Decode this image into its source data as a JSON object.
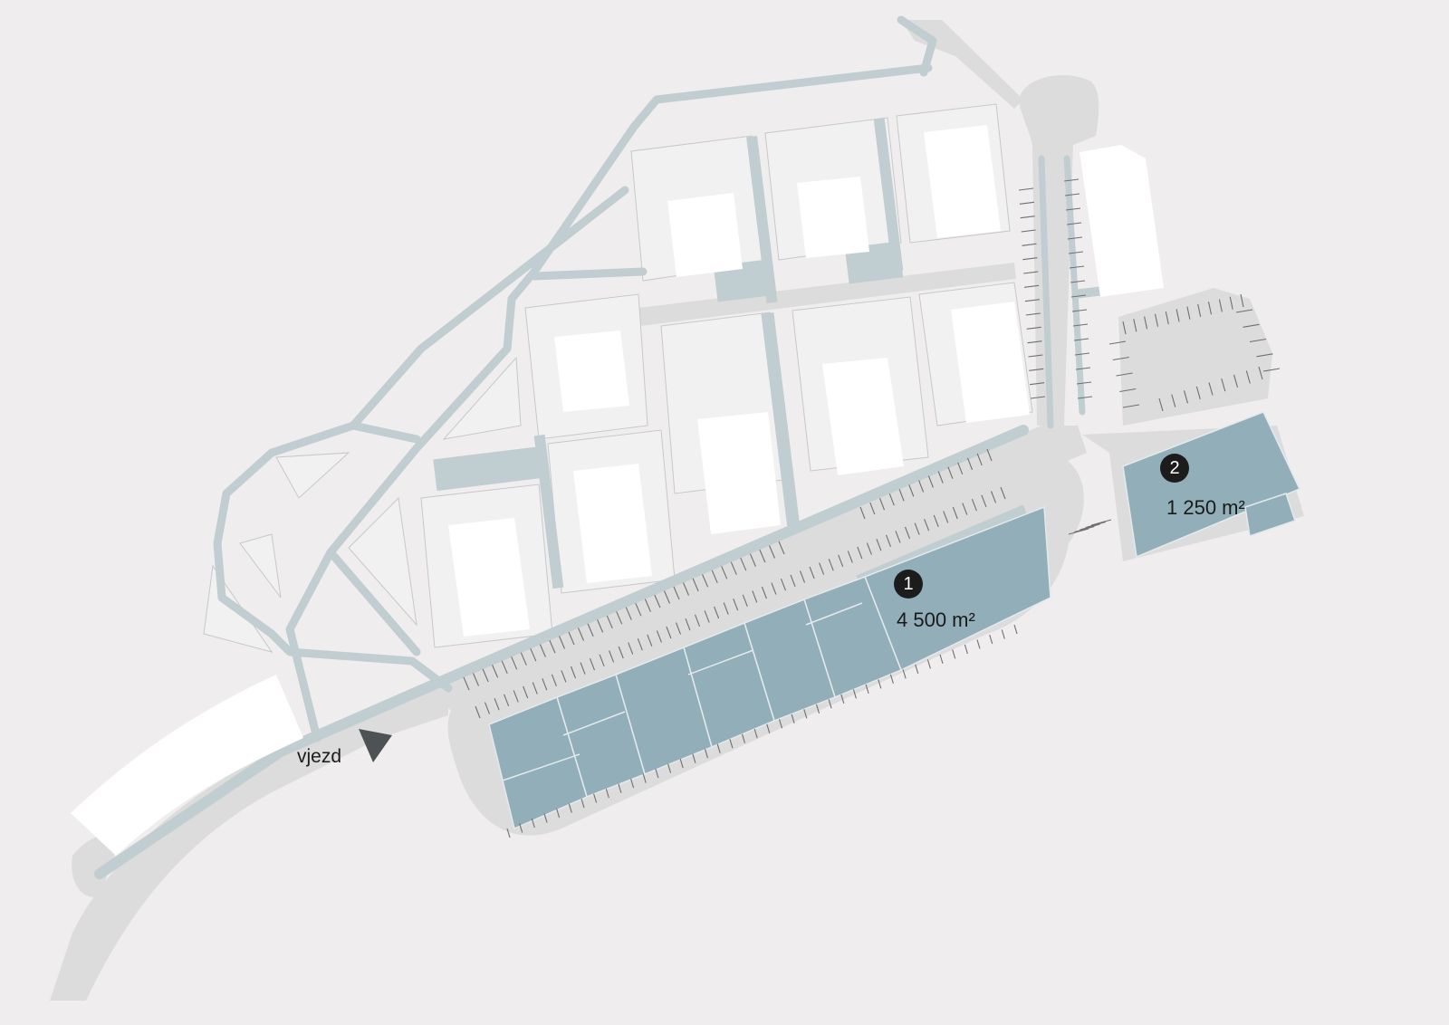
{
  "entry": {
    "label": "vjezd"
  },
  "units": [
    {
      "id": "1",
      "area": "4 500 m²"
    },
    {
      "id": "2",
      "area": "1 250 m²"
    }
  ],
  "colors": {
    "background": "#efedee",
    "road": "#dddcdc",
    "footpath": "#c1ced1",
    "building": "#ffffff",
    "available_unit": "#92aeb9",
    "marker": "#1c1c1c",
    "entry_arrow": "#4d5255"
  },
  "icons": {
    "entry": "triangle-arrow-icon",
    "unit_marker": "numbered-circle-marker"
  }
}
